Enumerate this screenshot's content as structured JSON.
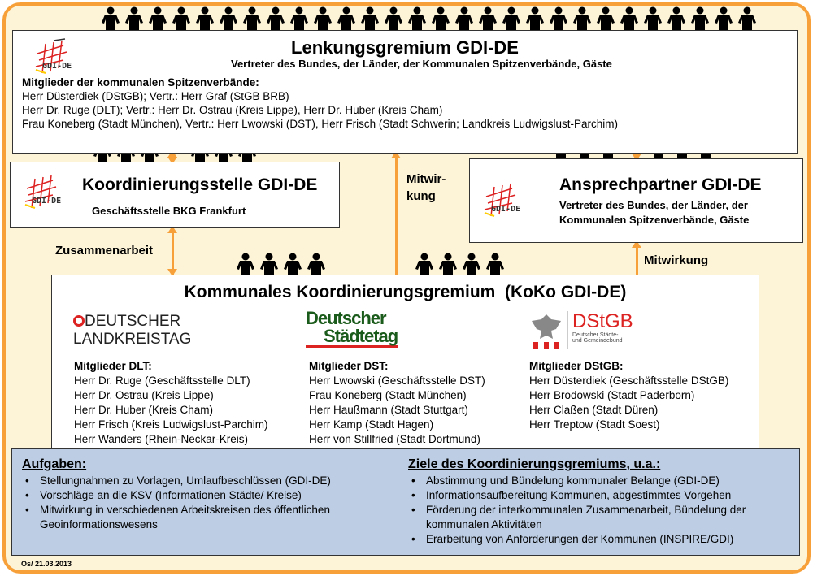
{
  "lenkung": {
    "logo": "GDI-DE",
    "title": "Lenkungsgremium GDI-DE",
    "subtitle": "Vertreter des Bundes, der Länder, der Kommunalen Spitzenverbände, Gäste",
    "heading": "Mitglieder der kommunalen Spitzenverbände:",
    "lines": [
      "Herr Düsterdiek (DStGB); Vertr.: Herr Graf (StGB BRB)",
      "Herr Dr. Ruge (DLT); Vertr.: Herr Dr. Ostrau (Kreis Lippe), Herr Dr. Huber (Kreis Cham)",
      "Frau Koneberg (Stadt München), Vertr.: Herr Lwowski (DST), Herr Frisch (Stadt Schwerin; Landkreis Ludwigslust-Parchim)"
    ]
  },
  "koordinierung": {
    "logo": "GDI-DE",
    "title": "Koordinierungsstelle GDI-DE",
    "subtitle": "Geschäftsstelle BKG Frankfurt"
  },
  "ansprech": {
    "logo": "GDI-DE",
    "title": "Ansprechpartner GDI-DE",
    "subtitle1": "Vertreter des Bundes, der Länder, der",
    "subtitle2": "Kommunalen Spitzenverbände, Gäste"
  },
  "labels": {
    "mitwirkung_center_1": "Mitwir-",
    "mitwirkung_center_2": "kung",
    "zusammenarbeit": "Zusammenarbeit",
    "mitwirkung_right": "Mitwirkung"
  },
  "koko": {
    "title": "Kommunales Koordinierungsgremium  (KoKo GDI-DE)",
    "logos": {
      "dlt1": "DEUTSCHER",
      "dlt2": "LANDKREISTAG",
      "dst1": "Deutscher",
      "dst2": "Städtetag",
      "dstgb": "DStGB",
      "dstgb_sub1": "Deutscher Städte-",
      "dstgb_sub2": "und Gemeindebund"
    },
    "columns": [
      {
        "heading": "Mitglieder DLT:",
        "members": [
          "Herr Dr. Ruge (Geschäftsstelle DLT)",
          "Herr Dr. Ostrau (Kreis Lippe)",
          "Herr Dr. Huber (Kreis Cham)",
          "Herr Frisch (Kreis Ludwigslust-Parchim)",
          "Herr Wanders (Rhein-Neckar-Kreis)"
        ]
      },
      {
        "heading": "Mitglieder DST:",
        "members": [
          "Herr Lwowski (Geschäftsstelle DST)",
          "Frau Koneberg (Stadt München)",
          "Herr Haußmann (Stadt Stuttgart)",
          "Herr Kamp (Stadt Hagen)",
          "Herr von Stillfried (Stadt Dortmund)"
        ]
      },
      {
        "heading": "Mitglieder DStGB:",
        "members": [
          "Herr Düsterdiek (Geschäftsstelle DStGB)",
          "Herr Brodowski (Stadt Paderborn)",
          "Herr Claßen (Stadt Düren)",
          "Herr Treptow (Stadt Soest)"
        ]
      }
    ]
  },
  "aufgaben": {
    "title": "Aufgaben:",
    "items": [
      "Stellungnahmen zu Vorlagen, Umlaufbeschlüssen (GDI-DE)",
      "Vorschläge an die KSV (Informationen Städte/ Kreise)",
      "Mitwirkung in verschiedenen Arbeitskreisen des öffentlichen Geoinformationswesens"
    ]
  },
  "ziele": {
    "title": "Ziele des Koordinierungsgremiums, u.a.:",
    "items": [
      "Abstimmung und Bündelung kommunaler Belange (GDI-DE)",
      "Informationsaufbereitung Kommunen, abgestimmtes Vorgehen",
      "Förderung der interkommunalen Zusammenarbeit, Bündelung der kommunalen Aktivitäten",
      "Erarbeitung von Anforderungen der Kommunen (INSPIRE/GDI)"
    ]
  },
  "footer": "Os/ 21.03.2013",
  "colors": {
    "accent": "#f7a03a",
    "background": "#fdf4d8",
    "panel": "#bccde4"
  }
}
